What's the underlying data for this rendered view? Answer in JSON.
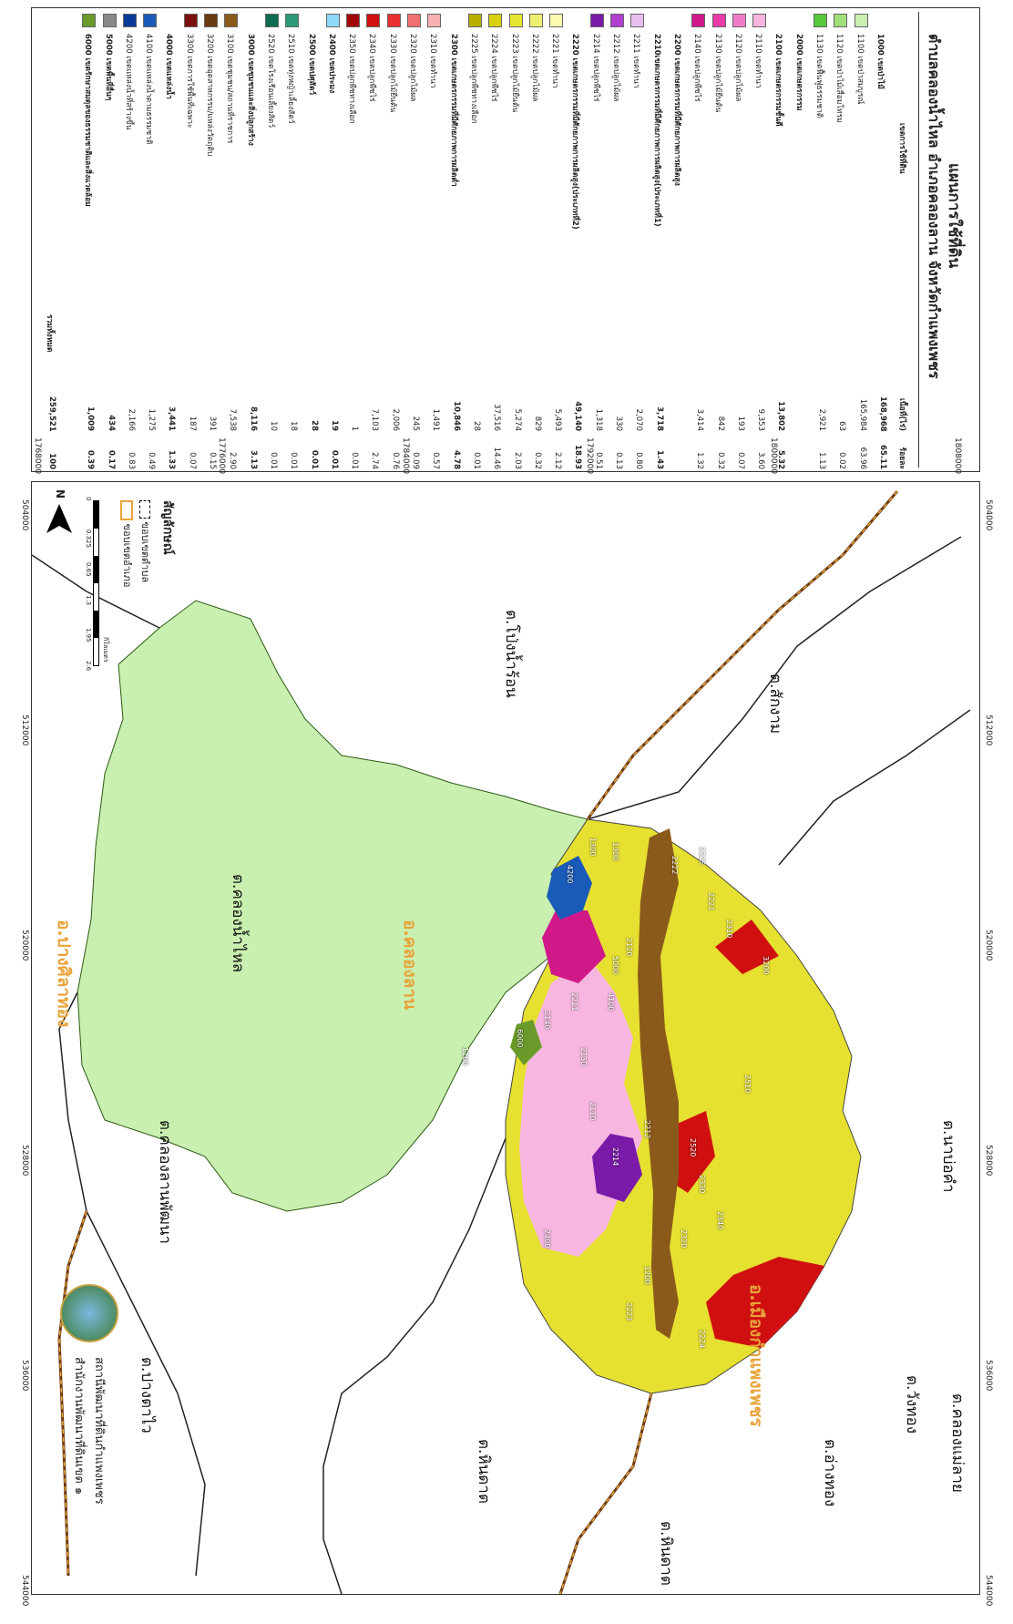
{
  "title": {
    "line1": "แผนการใช้ที่ดิน",
    "line2": "ตำบลคลองน้ำไหล  อำเภอคลองลาน  จังหวัดกำแพงเพชร"
  },
  "legend_header": {
    "col_code": "เขตการใช้ที่ดิน",
    "col_area": "เนื้อที่(ไร่)",
    "col_pct": "ร้อยละ"
  },
  "legend": [
    {
      "label": "1000 เขตป่าไม้",
      "area": "168,968",
      "pct": "65.11",
      "bold": true,
      "color": ""
    },
    {
      "label": "1100 เขตป่าสมบูรณ์",
      "area": "165,984",
      "pct": "63.96",
      "bold": false,
      "color": "#c9f0b0"
    },
    {
      "label": "1120 เขตป่าไม้เสื่อมโทรม",
      "area": "63",
      "pct": "0.02",
      "bold": false,
      "color": "#9fe07a"
    },
    {
      "label": "1130 เขตฟื้นฟูธรรมชาติ",
      "area": "2,921",
      "pct": "1.13",
      "bold": false,
      "color": "#58c83c"
    },
    {
      "label": "2000 เขตเกษตรกรรม",
      "area": "",
      "pct": "",
      "bold": true,
      "color": ""
    },
    {
      "label": "2100 เขตเกษตรกรรมชั้นดี",
      "area": "13,802",
      "pct": "5.32",
      "bold": true,
      "color": ""
    },
    {
      "label": "2110 เขตทำนา",
      "area": "9,353",
      "pct": "3.60",
      "bold": false,
      "color": "#f6b6e0"
    },
    {
      "label": "2120 เขตปลูกไม้ผล",
      "area": "193",
      "pct": "0.07",
      "bold": false,
      "color": "#f07cc8"
    },
    {
      "label": "2130 เขตปลูกไม้ยืนต้น",
      "area": "842",
      "pct": "0.32",
      "bold": false,
      "color": "#e83aa8"
    },
    {
      "label": "2140 เขตปลูกพืชไร่",
      "area": "3,414",
      "pct": "1.32",
      "bold": false,
      "color": "#d01888"
    },
    {
      "label": "2200 เขตเกษตรกรรมที่มีศักยภาพการผลิตสูง",
      "area": "",
      "pct": "",
      "bold": true,
      "color": ""
    },
    {
      "label": "2210เขตเกษตรกรรมที่มีศักยภาพการผลิตสูง(ประเภทที่1)",
      "area": "3,718",
      "pct": "1.43",
      "bold": true,
      "color": ""
    },
    {
      "label": "2211 เขตทำนา",
      "area": "2,070",
      "pct": "0.80",
      "bold": false,
      "color": "#e8c0f0"
    },
    {
      "label": "2212 เขตปลูกไม้ผล",
      "area": "330",
      "pct": "0.13",
      "bold": false,
      "color": "#b040d0"
    },
    {
      "label": "2214 เขตปลูกพืชไร่",
      "area": "1,318",
      "pct": "0.51",
      "bold": false,
      "color": "#7a1aa8"
    },
    {
      "label": "2220 เขตเกษตรกรรมที่มีศักยภาพการผลิตสูง(ประเภทที่2)",
      "area": "49,140",
      "pct": "18.93",
      "bold": true,
      "color": ""
    },
    {
      "label": "2221 เขตทำนา",
      "area": "5,493",
      "pct": "2.12",
      "bold": false,
      "color": "#fafab0"
    },
    {
      "label": "2222 เขตปลูกไม้ผล",
      "area": "829",
      "pct": "0.32",
      "bold": false,
      "color": "#f0f070"
    },
    {
      "label": "2223 เขตปลูกไม้ยืนต้น",
      "area": "5,274",
      "pct": "2.03",
      "bold": false,
      "color": "#e6e630"
    },
    {
      "label": "2224 เขตปลูกพืชไร่",
      "area": "37,516",
      "pct": "14.46",
      "bold": false,
      "color": "#d8d010"
    },
    {
      "label": "2225 เขตปลูกพืชทางเลือก",
      "area": "28",
      "pct": "0.01",
      "bold": false,
      "color": "#b8b000"
    },
    {
      "label": "2300 เขตเกษตรกรรมที่มีศักยภาพการผลิตต่ำ",
      "area": "10,846",
      "pct": "4.78",
      "bold": true,
      "color": ""
    },
    {
      "label": "2310 เขตทำนา",
      "area": "1,491",
      "pct": "0.57",
      "bold": false,
      "color": "#f8b0b0"
    },
    {
      "label": "2320 เขตปลูกไม้ผล",
      "area": "245",
      "pct": "0.09",
      "bold": false,
      "color": "#f07070"
    },
    {
      "label": "2330 เขตปลูกไม้ยืนต้น",
      "area": "2,006",
      "pct": "0.76",
      "bold": false,
      "color": "#e83030"
    },
    {
      "label": "2340 เขตปลูกพืชไร่",
      "area": "7,103",
      "pct": "2.74",
      "bold": false,
      "color": "#d01010"
    },
    {
      "label": "2350 เขตปลูกพืชทางเลือก",
      "area": "1",
      "pct": "0.01",
      "bold": false,
      "color": "#a00808"
    },
    {
      "label": "2400 เขตประมง",
      "area": "19",
      "pct": "0.01",
      "bold": true,
      "color": "#8ed8f8"
    },
    {
      "label": "2500 เขตปศุสัตว์",
      "area": "28",
      "pct": "0.01",
      "bold": true,
      "color": ""
    },
    {
      "label": "2510 เขตทุ่งหญ้าเลี้ยงสัตว์",
      "area": "18",
      "pct": "0.01",
      "bold": false,
      "color": "#2a9a7a"
    },
    {
      "label": "2520 เขตโรงเรือนเลี้ยงสัตว์",
      "area": "10",
      "pct": "0.01",
      "bold": false,
      "color": "#0e6a50"
    },
    {
      "label": "3000 เขตชุมชนและสิ่งปลูกสร้าง",
      "area": "8,116",
      "pct": "3.13",
      "bold": true,
      "color": ""
    },
    {
      "label": "3100 เขตชุมชน/สถานที่ราชการ",
      "area": "7,538",
      "pct": "2.90",
      "bold": false,
      "color": "#8a5a1a"
    },
    {
      "label": "3200 เขตอุตสาหกรรม/แหล่งวัตถุดิบ",
      "area": "391",
      "pct": "0.15",
      "bold": false,
      "color": "#6a3a10"
    },
    {
      "label": "3300 เขตการใช้พื้นที่เฉพาะ",
      "area": "187",
      "pct": "0.07",
      "bold": false,
      "color": "#7a1010"
    },
    {
      "label": "4000 เขตแหล่งน้ำ",
      "area": "3,441",
      "pct": "1.33",
      "bold": true,
      "color": ""
    },
    {
      "label": "4100 เขตแหล่งน้ำตามธรรมชาติ",
      "area": "1,275",
      "pct": "0.49",
      "bold": false,
      "color": "#1a5ab8"
    },
    {
      "label": "4200 เขตแหล่งน้ำที่สร้างขึ้น",
      "area": "2,166",
      "pct": "0.83",
      "bold": false,
      "color": "#0a3a98"
    },
    {
      "label": "5000 เขตพื้นที่อื่นๆ",
      "area": "434",
      "pct": "0.17",
      "bold": true,
      "color": "#888888"
    },
    {
      "label": "6000 เขตรักษาสมดุลของธรรมชาติและสิ่งแวดล้อม",
      "area": "1,009",
      "pct": "0.39",
      "bold": true,
      "color": "#6a9a2a"
    }
  ],
  "total": {
    "label": "รวมทั้งหมด",
    "area": "259,521",
    "pct": "100"
  },
  "map": {
    "x_ticks": [
      "504000",
      "512000",
      "520000",
      "528000",
      "536000",
      "544000"
    ],
    "y_ticks": [
      "1768000",
      "1776000",
      "1784000",
      "1792000",
      "1800000",
      "1808000"
    ],
    "tambon_labels": [
      "ต.โป่งน้ำร้อน",
      "ต.สักงาม",
      "ต.คลองน้ำไหล",
      "ต.คลองลานพัฒนา",
      "ต.ปางตาไว",
      "ต.หินดาต",
      "ต.หินดาต",
      "ต.อ่างทอง",
      "ต.วังทอง",
      "ต.นาบ่อคำ",
      "ต.คลองแม่ลาย"
    ],
    "amphoe_labels": [
      "อ.คลองลาน",
      "อ.ปางศิลาทอง",
      "อ.เมืองกำแพงเพชร"
    ],
    "zone_labels": [
      "1300",
      "4200",
      "1300",
      "6000",
      "1100",
      "2225",
      "2221",
      "2310",
      "2222",
      "2120",
      "5000",
      "2211",
      "2140",
      "2130",
      "4100",
      "2510",
      "3200",
      "2520",
      "2212",
      "2214",
      "2110",
      "2330",
      "2400",
      "2340",
      "2320",
      "1200",
      "2223",
      "2224"
    ],
    "north_label": "N",
    "agency": {
      "line1": "สถานีพัฒนาที่ดินกำแพงเพชร",
      "line2": "สำนักงานพัฒนาที่ดินเขต ๑"
    },
    "scale": {
      "ticks": [
        "0",
        "0.325",
        "0.65",
        "1.3",
        "1.95",
        "2.6"
      ],
      "unit": "กิโลเมตร"
    },
    "symbol_title": "สัญลักษณ์",
    "symbols": [
      {
        "label": "ขอบเขตตำบล",
        "color": "#000000"
      },
      {
        "label": "ขอบเขตอำเภอ",
        "color": "#e8a33a"
      }
    ]
  }
}
